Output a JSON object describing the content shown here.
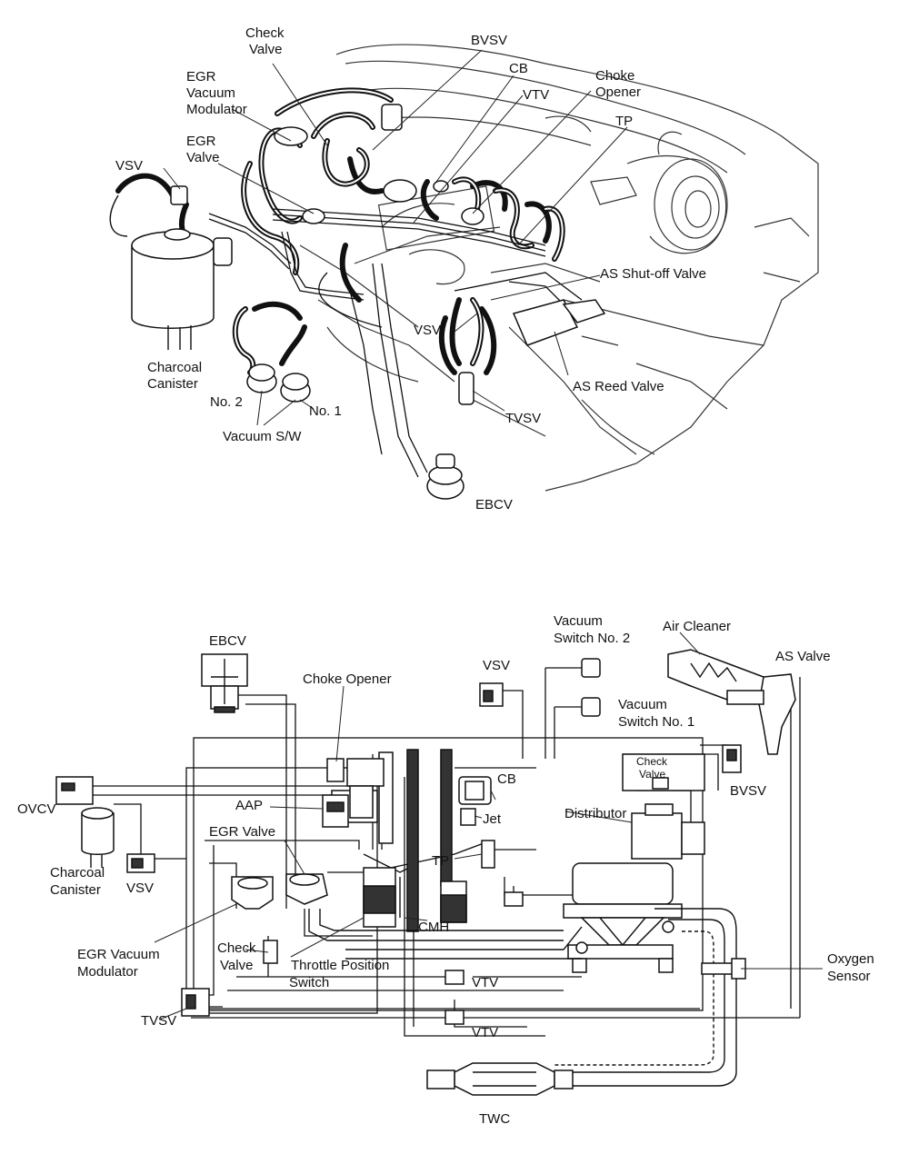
{
  "top_diagram": {
    "labels": {
      "check_valve": [
        "Check",
        "Valve"
      ],
      "egr_vacuum_modulator": [
        "EGR",
        "Vacuum",
        "Modulator"
      ],
      "egr_valve": [
        "EGR",
        "Valve"
      ],
      "vsv_left": "VSV",
      "bvsv": "BVSV",
      "cb": "CB",
      "vtv": "VTV",
      "choke_opener": [
        "Choke",
        "Opener"
      ],
      "tp": "TP",
      "as_shutoff_valve": "AS Shut-off Valve",
      "vsv_center": "VSV",
      "as_reed_valve": "AS Reed Valve",
      "charcoal_canister": [
        "Charcoal",
        "Canister"
      ],
      "no2": "No. 2",
      "no1": "No. 1",
      "vacuum_sw": "Vacuum S/W",
      "tvsv": "TVSV",
      "ebcv": "EBCV"
    }
  },
  "bottom_diagram": {
    "labels": {
      "ebcv": "EBCV",
      "choke_opener": "Choke Opener",
      "vacuum_switch_no2": [
        "Vacuum",
        "Switch No. 2"
      ],
      "air_cleaner": "Air Cleaner",
      "as_valve": "AS Valve",
      "vsv_top": "VSV",
      "vacuum_switch_no1": [
        "Vacuum",
        "Switch No. 1"
      ],
      "check_valve_right": [
        "Check",
        "Valve"
      ],
      "bvsv": "BVSV",
      "cb": "CB",
      "ovcv": "OVCV",
      "aap": "AAP",
      "jet": "Jet",
      "distributor": "Distributor",
      "egr_valve": "EGR Valve",
      "tp": "TP",
      "charcoal_canister": [
        "Charcoal",
        "Canister"
      ],
      "vsv_left": "VSV",
      "cmh": "CMH",
      "egr_vacuum_modulator": [
        "EGR Vacuum",
        "Modulator"
      ],
      "check_valve_left": [
        "Check",
        "Valve"
      ],
      "throttle_position_switch": [
        "Throttle Position",
        "Switch"
      ],
      "oxygen_sensor": [
        "Oxygen",
        "Sensor"
      ],
      "vtv_upper": "VTV",
      "tvsv": "TVSV",
      "vtv_lower": "VTV",
      "twc": "TWC"
    }
  }
}
